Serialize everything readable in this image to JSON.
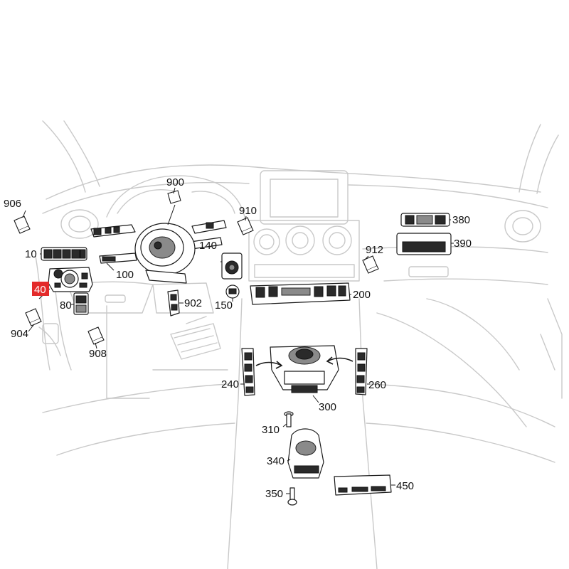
{
  "labels": {
    "l906": "906",
    "l10": "10",
    "l40": "40",
    "l904": "904",
    "l80": "80",
    "l908": "908",
    "l100": "100",
    "l900": "900",
    "l902": "902",
    "l910": "910",
    "l140": "140",
    "l150": "150",
    "l912": "912",
    "l200": "200",
    "l380": "380",
    "l390": "390",
    "l240": "240",
    "l300": "300",
    "l260": "260",
    "l310": "310",
    "l340": "340",
    "l350": "350",
    "l450": "450"
  },
  "colors": {
    "highlight": "#e32b2b",
    "outline": "#c9c9c9",
    "ink": "#1a1a1a"
  }
}
